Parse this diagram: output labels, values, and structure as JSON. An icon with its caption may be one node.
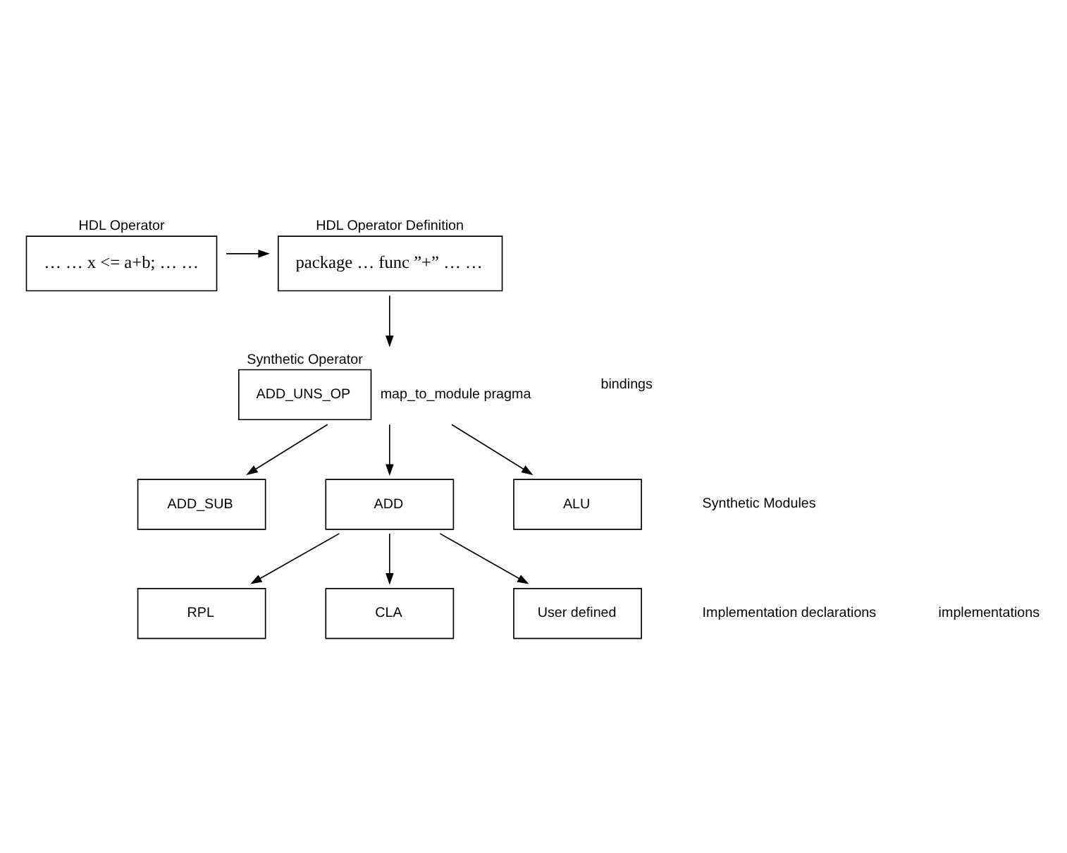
{
  "diagram": {
    "nodes": [
      {
        "text": [
          "HDL Operator",
          "… … x <= a+b; … …"
        ]
      },
      {
        "text": [
          "HDL Operator Definition",
          "package … func ”+” … …"
        ]
      },
      {
        "text": [
          "Synthetic Operator",
          "ADD_UNS_OP"
        ],
        "beside": [
          "map_to_module pragma"
        ]
      },
      {
        "text": [
          "ADD_SUB"
        ]
      },
      {
        "text": [
          "ADD"
        ]
      },
      {
        "text": [
          "ALU"
        ]
      },
      {
        "text": [
          "RPL"
        ]
      },
      {
        "text": [
          "CLA"
        ]
      },
      {
        "text": [
          "User defined"
        ]
      }
    ],
    "edges": [
      {
        "from": 0,
        "to": 1,
        "arrow": "to"
      },
      {
        "from": 1,
        "to": 2,
        "arrow": "to"
      },
      {
        "from": 2,
        "to": 3,
        "arrow": "to"
      },
      {
        "from": 2,
        "to": 4,
        "arrow": "to"
      },
      {
        "from": 2,
        "to": 5,
        "arrow": "to"
      },
      {
        "from": 4,
        "to": 6,
        "arrow": "to"
      },
      {
        "from": 4,
        "to": 7,
        "arrow": "to"
      },
      {
        "from": 4,
        "to": 8,
        "arrow": "to"
      }
    ],
    "labels": [
      "bindings",
      "Synthetic Modules",
      "Implementation declarations",
      "implementations"
    ]
  }
}
